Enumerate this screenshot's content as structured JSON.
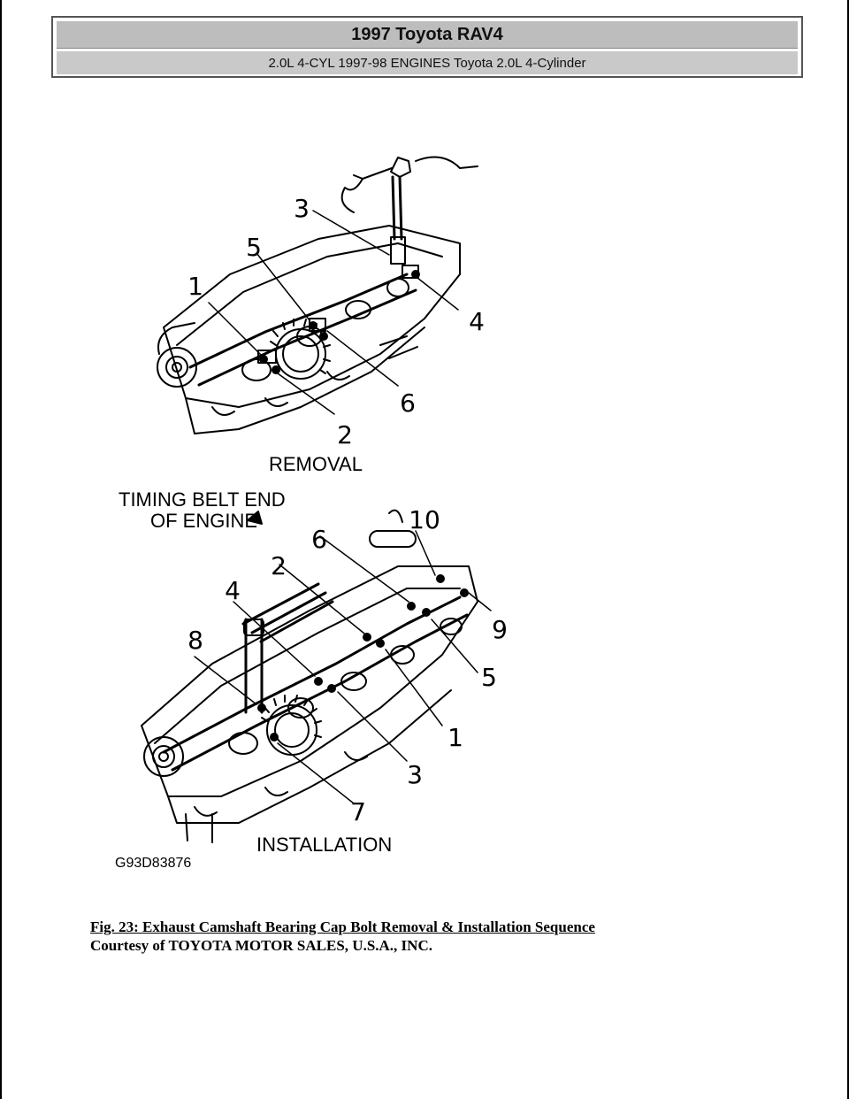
{
  "header": {
    "title": "1997 Toyota RAV4",
    "subtitle": "2.0L 4-CYL 1997-98 ENGINES Toyota 2.0L 4-Cylinder"
  },
  "figure": {
    "removal_label": "REMOVAL",
    "installation_label": "INSTALLATION",
    "timing_belt_label_line1": "TIMING BELT END",
    "timing_belt_label_line2": "OF ENGINE",
    "figure_code": "G93D83876",
    "removal_callouts": [
      "1",
      "2",
      "3",
      "4",
      "5",
      "6"
    ],
    "installation_callouts": [
      "1",
      "2",
      "3",
      "4",
      "5",
      "6",
      "7",
      "8",
      "9",
      "10"
    ]
  },
  "caption": {
    "title": "Fig. 23: Exhaust Camshaft Bearing Cap Bolt Removal & Installation Sequence",
    "credit": "Courtesy of TOYOTA MOTOR SALES, U.S.A., INC."
  }
}
